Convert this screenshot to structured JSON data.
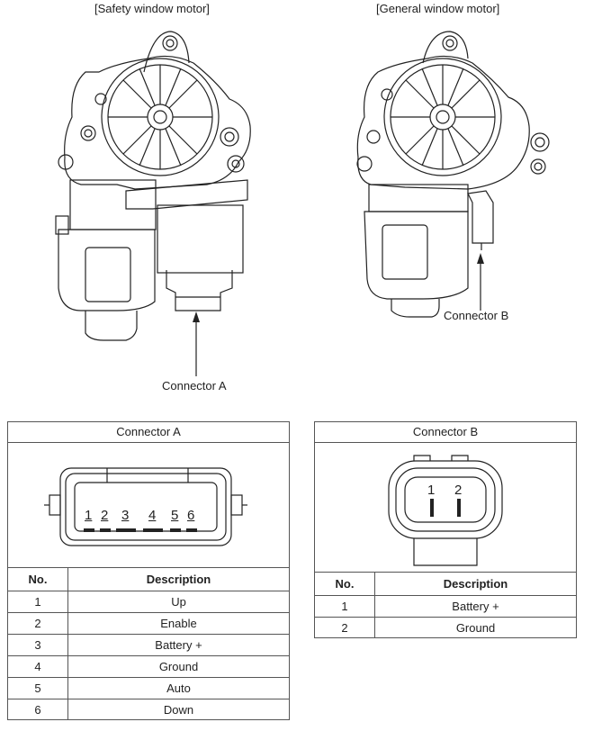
{
  "captions": {
    "safety": "[Safety window motor]",
    "general": "[General window motor]"
  },
  "callouts": {
    "connector_a": "Connector A",
    "connector_b": "Connector B"
  },
  "table_a": {
    "title": "Connector A",
    "pins": [
      "1",
      "2",
      "3",
      "4",
      "5",
      "6"
    ],
    "headers": {
      "no": "No.",
      "description": "Description"
    },
    "rows": [
      {
        "no": "1",
        "description": "Up"
      },
      {
        "no": "2",
        "description": "Enable"
      },
      {
        "no": "3",
        "description": "Battery +"
      },
      {
        "no": "4",
        "description": "Ground"
      },
      {
        "no": "5",
        "description": "Auto"
      },
      {
        "no": "6",
        "description": "Down"
      }
    ]
  },
  "table_b": {
    "title": "Connector B",
    "pins": [
      "1",
      "2"
    ],
    "headers": {
      "no": "No.",
      "description": "Description"
    },
    "rows": [
      {
        "no": "1",
        "description": "Battery +"
      },
      {
        "no": "2",
        "description": "Ground"
      }
    ]
  }
}
